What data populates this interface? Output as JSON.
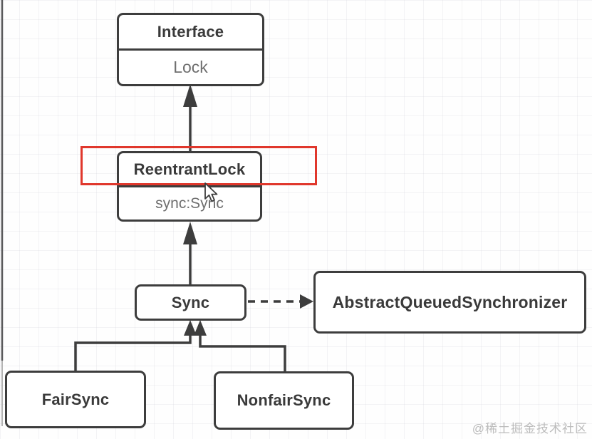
{
  "diagram": {
    "nodes": {
      "interface": {
        "title": "Interface",
        "attribute": "Lock"
      },
      "reentrant_lock": {
        "title": "ReentrantLock",
        "attribute": "sync:Sync"
      },
      "sync": {
        "title": "Sync"
      },
      "aqs": {
        "title": "AbstractQueuedSynchronizer"
      },
      "fair_sync": {
        "title": "FairSync"
      },
      "nonfair_sync": {
        "title": "NonfairSync"
      }
    },
    "edges": [
      {
        "from": "ReentrantLock",
        "to": "Interface Lock",
        "style": "solid",
        "arrow": "filled-triangle-up"
      },
      {
        "from": "Sync",
        "to": "ReentrantLock",
        "style": "solid",
        "arrow": "filled-triangle-up"
      },
      {
        "from": "Sync",
        "to": "AbstractQueuedSynchronizer",
        "style": "dashed",
        "arrow": "filled-triangle-right"
      },
      {
        "from": "FairSync",
        "to": "Sync",
        "style": "solid",
        "arrow": "filled-triangle-up"
      },
      {
        "from": "NonfairSync",
        "to": "Sync",
        "style": "solid",
        "arrow": "filled-triangle-up"
      }
    ],
    "highlight": {
      "target": "ReentrantLock",
      "color": "#e0372c"
    },
    "colors": {
      "node_border": "#3d3d3d",
      "title_text": "#3a3a3a",
      "attribute_text": "#6f6f6f",
      "highlight_red": "#e0372c",
      "watermark_gray": "#bcbcbc"
    }
  },
  "watermark": "@稀土掘金技术社区"
}
